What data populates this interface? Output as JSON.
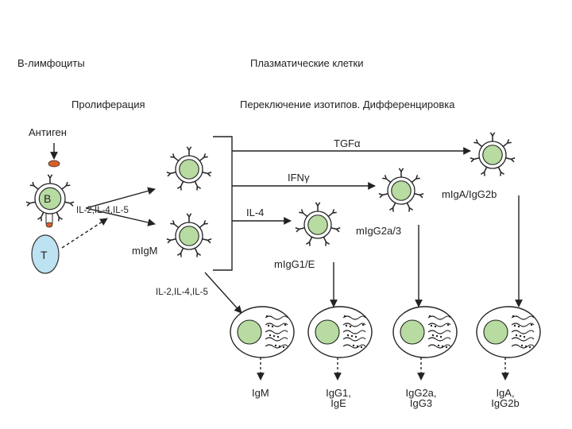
{
  "headings": {
    "b_cells": "В-лимфоциты",
    "plasma_cells": "Плазматические клетки",
    "proliferation": "Пролиферация",
    "switching": "Переключение изотипов. Дифференцировка"
  },
  "labels": {
    "antigen": "Антиген",
    "b": "B",
    "t": "T",
    "cytokines_top": "IL-2,IL-4,IL-5",
    "cytokines_bottom": "IL-2,IL-4,IL-5",
    "migm": "mIgM",
    "tgf": "TGFα",
    "ifn": "IFNγ",
    "il4": "IL-4",
    "mig_a": "mIgA/IgG2b",
    "mig_g2a": "mIgG2a/3",
    "mig_g1": "mIgG1/E"
  },
  "products": {
    "igm": "IgM",
    "igg1_1": "IgG1,",
    "igg1_2": "IgE",
    "igg2a_1": "IgG2a,",
    "igg2a_2": "IgG3",
    "iga_1": "IgA,",
    "iga_2": "IgG2b"
  },
  "colors": {
    "nucleus": "#b7dba0",
    "t_cell": "#bde2f2",
    "antigen": "#d65f2a",
    "line": "#222222"
  }
}
